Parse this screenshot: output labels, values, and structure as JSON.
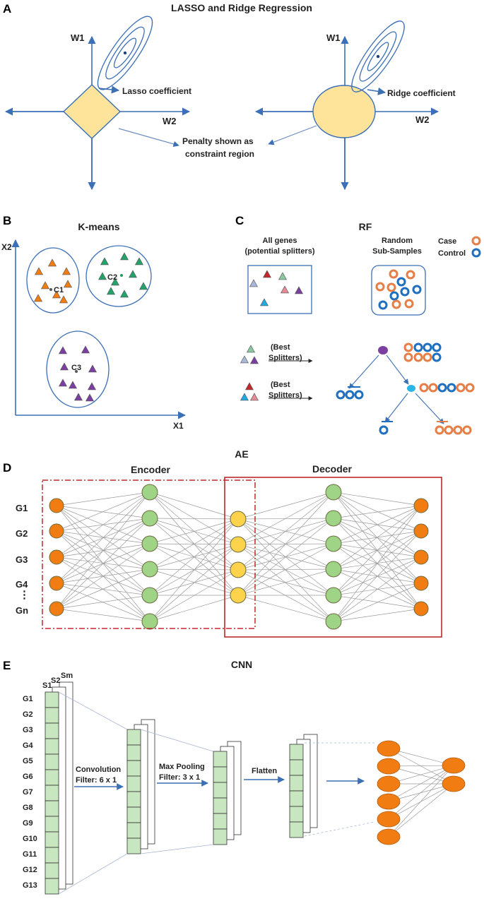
{
  "panels": {
    "a": {
      "letter": "A",
      "title": "LASSO and Ridge Regression",
      "w1": "W1",
      "w2": "W2",
      "lasso_coef": "Lasso coefficient",
      "ridge_coef": "Ridge coefficient",
      "penalty_line1": "Penalty shown as",
      "penalty_line2": "constraint region"
    },
    "b": {
      "letter": "B",
      "title": "K-means",
      "x1": "X1",
      "x2": "X2",
      "c1": "C1",
      "c2": "C2",
      "c3": "C3"
    },
    "c": {
      "letter": "C",
      "title": "RF",
      "all_genes_line1": "All genes",
      "all_genes_line2": "(potential splitters)",
      "random_line1": "Random",
      "random_line2": "Sub-Samples",
      "case": "Case",
      "control": "Control",
      "best1": "(Best",
      "best2": "Splitters)"
    },
    "d": {
      "letter": "D",
      "title": "AE",
      "encoder": "Encoder",
      "decoder": "Decoder",
      "genes": [
        "G1",
        "G2",
        "G3",
        "G4",
        "Gn"
      ],
      "dots": "⋮"
    },
    "e": {
      "letter": "E",
      "title": "CNN",
      "samples": [
        "S1",
        "S2",
        "Sm"
      ],
      "genes": [
        "G1",
        "G2",
        "G3",
        "G4",
        "G5",
        "G6",
        "G7",
        "G8",
        "G9",
        "G10",
        "G11",
        "G12",
        "G13"
      ],
      "conv_line1": "Convolution",
      "conv_line2": "Filter: 6 x 1",
      "pool_line1": "Max Pooling",
      "pool_line2": "Filter: 3 x 1",
      "flatten": "Flatten"
    }
  },
  "colors": {
    "axis": "#3b6fb6",
    "orange": "#f07c12",
    "green": "#9fd487",
    "yellow": "#fcd34a",
    "constraint": "#fde49a",
    "purple": "#7b3fa0",
    "teal": "#1f9e58",
    "red": "#c0282d"
  }
}
